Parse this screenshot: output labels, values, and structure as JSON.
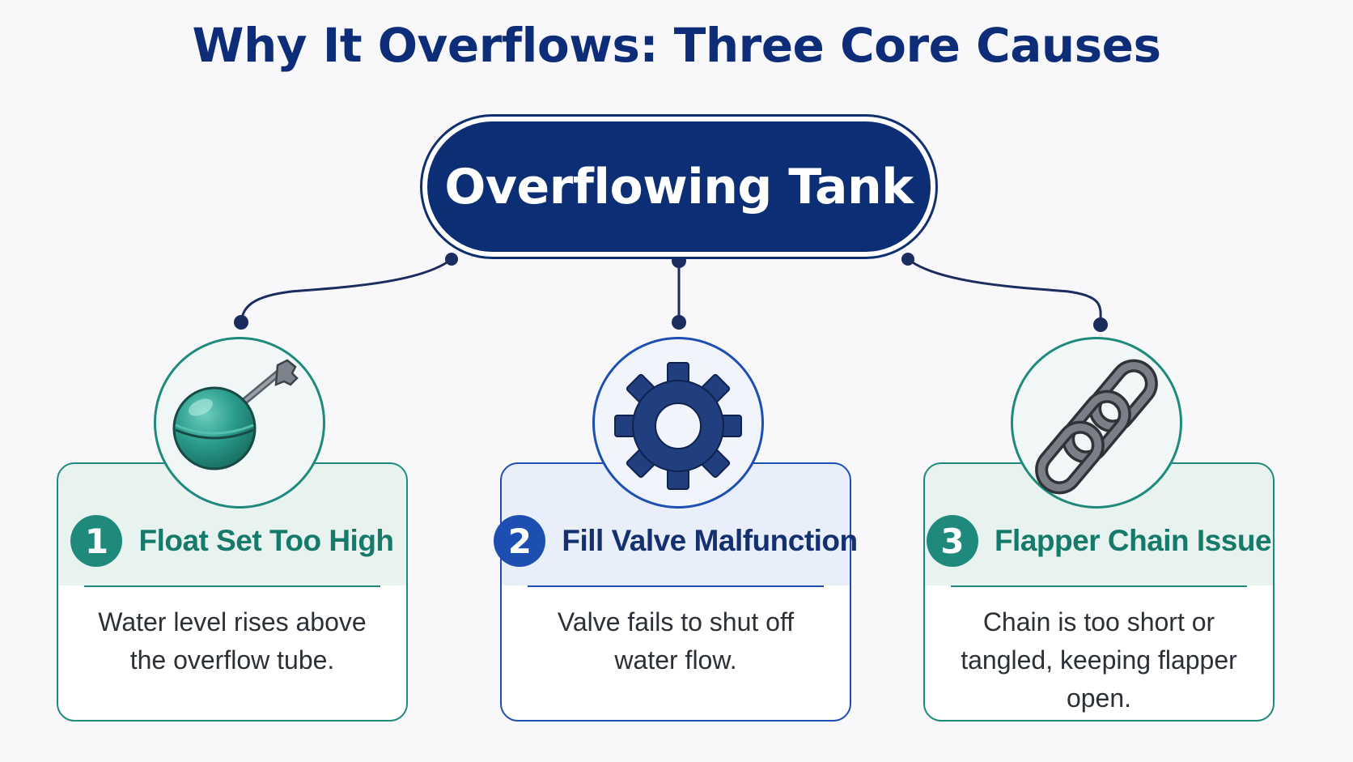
{
  "title": "Why It Overflows: Three Core Causes",
  "root": {
    "label": "Overflowing Tank"
  },
  "colors": {
    "navy": "#0b2e75",
    "teal": "#1f8a7c",
    "blue": "#1d4fb2"
  },
  "causes": [
    {
      "number": "1",
      "title": "Float Set Too High",
      "description": "Water level rises above the overflow tube.",
      "icon": "float-ball-icon"
    },
    {
      "number": "2",
      "title": "Fill Valve Malfunction",
      "description": "Valve fails to shut off water flow.",
      "icon": "gear-icon"
    },
    {
      "number": "3",
      "title": "Flapper Chain Issue",
      "description": "Chain is too short or tangled, keeping flapper open.",
      "icon": "chain-icon"
    }
  ]
}
